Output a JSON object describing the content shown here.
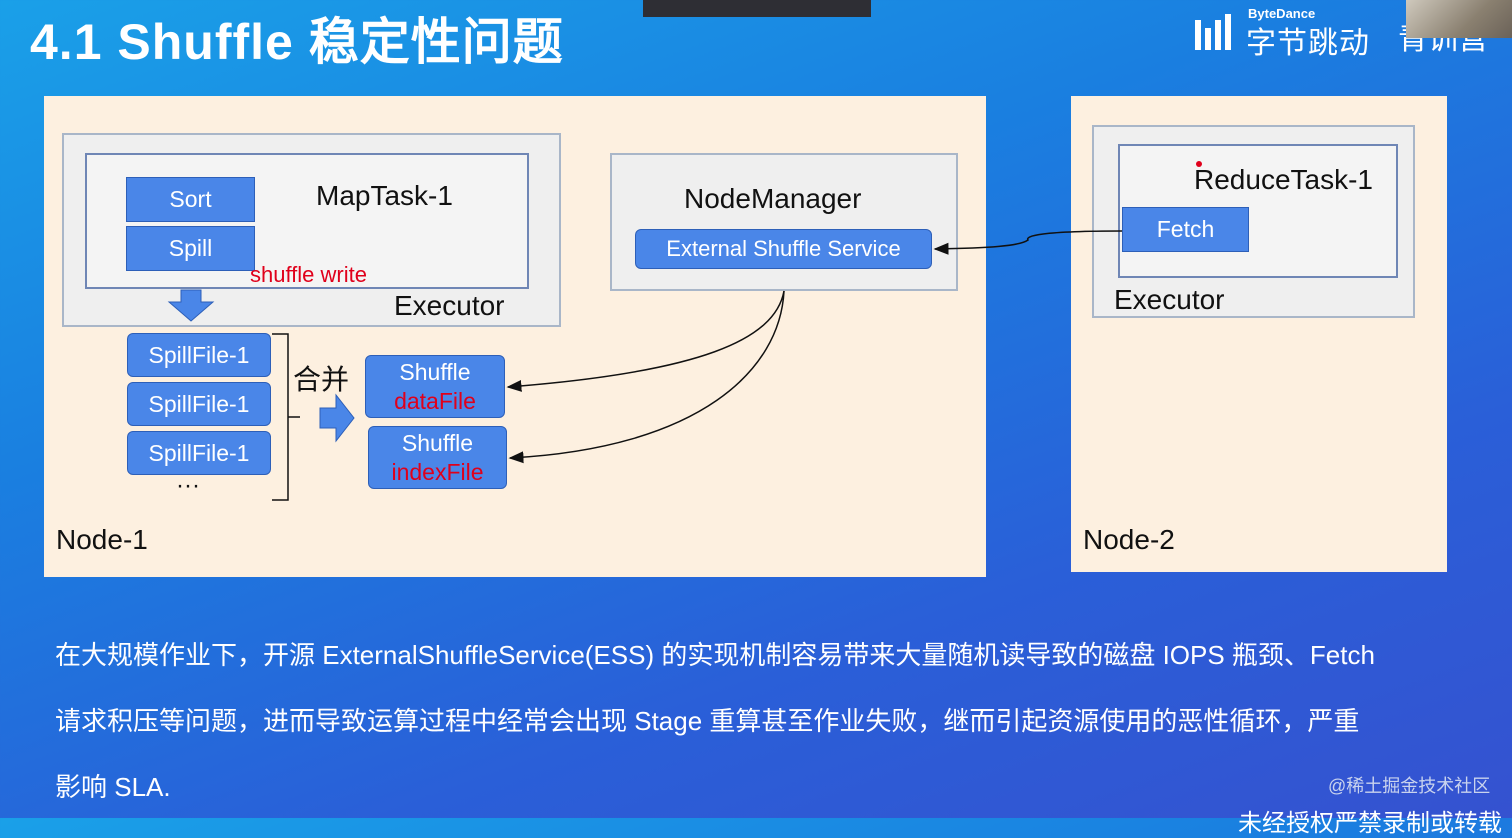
{
  "slide": {
    "title": "4.1 Shuffle 稳定性问题",
    "logo_small": "ByteDance",
    "logo_cn": "字节跳动",
    "logo_extra": "青训营"
  },
  "node1": {
    "label": "Node-1",
    "executor_label": "Executor",
    "maptask_label": "MapTask-1",
    "sort_label": "Sort",
    "spill_label": "Spill",
    "shuffle_write_label": "shuffle write",
    "spillfiles": [
      "SpillFile-1",
      "SpillFile-1",
      "SpillFile-1"
    ],
    "ellipsis": "···",
    "merge_label": "合并",
    "datafile": {
      "line1": "Shuffle",
      "line2": "dataFile"
    },
    "indexfile": {
      "line1": "Shuffle",
      "line2": "indexFile"
    },
    "nodemanager_label": "NodeManager",
    "ess_label": "External Shuffle Service"
  },
  "node2": {
    "label": "Node-2",
    "executor_label": "Executor",
    "reducetask_label": "ReduceTask-1",
    "fetch_label": "Fetch"
  },
  "paragraph": [
    "在大规模作业下，开源 ExternalShuffleService(ESS) 的实现机制容易带来大量随机读导致的磁盘 IOPS 瓶颈、Fetch",
    "请求积压等问题，进而导致运算过程中经常会出现 Stage 重算甚至作业失败，继而引起资源使用的恶性循环，严重",
    "影响 SLA."
  ],
  "watermark": "@稀土掘金技术社区",
  "bottom_cut": "未经授权严禁录制或转载",
  "colors": {
    "box_blue": "#4a86e8",
    "node_bg": "#fdf0e0",
    "accent_red": "#e0001b"
  }
}
